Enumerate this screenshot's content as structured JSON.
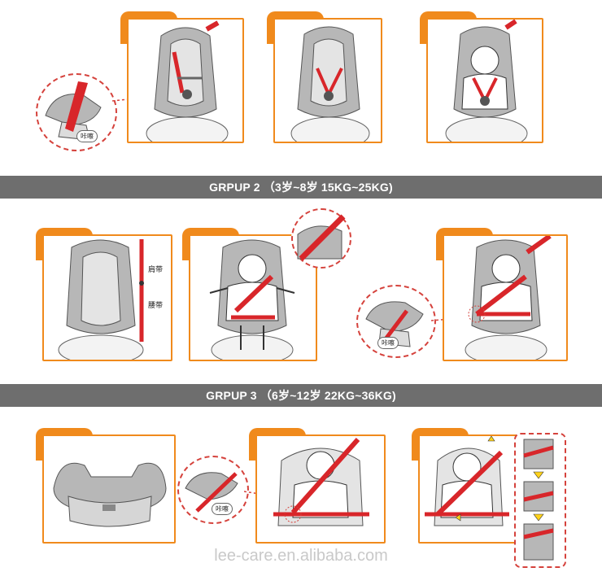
{
  "sections": {
    "group2_title": "GRPUP 2 （3岁~8岁 15KG~25KG)",
    "group3_title": "GRPUP 3 （6岁~12岁 22KG~36KG)"
  },
  "labels": {
    "shoulder_belt": "肩带",
    "lap_belt": "腰带",
    "click": "咔嚓"
  },
  "watermark": "lee-care.en.alibaba.com",
  "colors": {
    "accent_orange": "#f08a1c",
    "belt_red": "#d8262a",
    "bar_gray": "#6e6e6e",
    "seat_gray": "#b7b7b7"
  }
}
